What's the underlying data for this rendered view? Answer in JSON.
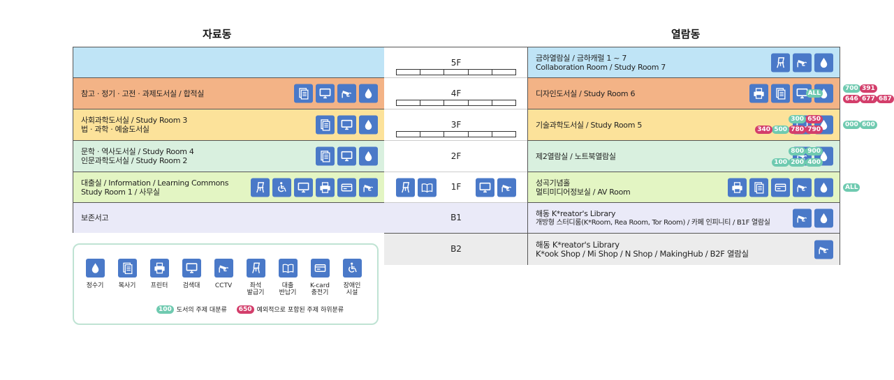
{
  "headers": {
    "left": "자료동",
    "right": "열람동"
  },
  "left_rows": [
    {
      "lines": [
        ""
      ],
      "color": "#bfe4f6",
      "icons": []
    },
    {
      "lines": [
        "참고 · 정기 · 고전 · 과제도서실 / 합적실"
      ],
      "color": "#f3b386",
      "icons": [
        "copier-icon",
        "computer-icon",
        "cctv-icon",
        "water-icon"
      ]
    },
    {
      "lines": [
        "사회과학도서실 / Study Room 3",
        "법 · 과학 · 예술도서실"
      ],
      "color": "#fce29a",
      "icons": [
        "copier-icon",
        "computer-icon",
        "water-icon"
      ]
    },
    {
      "lines": [
        "문학 · 역사도서실 / Study Room 4",
        "인문과학도서실 / Study Room 2"
      ],
      "color": "#d9f0df",
      "icons": [
        "copier-icon",
        "computer-icon",
        "water-icon"
      ]
    },
    {
      "lines": [
        "대출실 / Information / Learning Commons",
        "Study Room 1 / 사무실"
      ],
      "color": "#e3f5c3",
      "icons": [
        "seat-icon",
        "accessible-icon",
        "computer-icon",
        "printer-icon",
        "card-icon",
        "cctv-icon"
      ]
    },
    {
      "lines": [
        "보존서고"
      ],
      "color": "#eaeaf8",
      "icons": []
    }
  ],
  "floors": [
    {
      "label": "5F",
      "bar": true,
      "color": "#fff"
    },
    {
      "label": "4F",
      "bar": true,
      "color": "#fff"
    },
    {
      "label": "3F",
      "bar": true,
      "color": "#fff"
    },
    {
      "label": "2F",
      "bar": false,
      "color": "#fff"
    },
    {
      "label": "1F",
      "bar": false,
      "color": "#fff",
      "icons_left": [
        "seat-icon",
        "book-icon"
      ],
      "icons_right": [
        "computer-icon",
        "cctv-icon"
      ]
    },
    {
      "label": "B1",
      "bar": false,
      "color": "#eaeaf8"
    },
    {
      "label": "B2",
      "bar": false,
      "color": "#ececec"
    }
  ],
  "right_rows": [
    {
      "lines": [
        "금하열람실 / 금하캐럴 1 ~ 7",
        "Collaboration Room / Study Room 7"
      ],
      "color": "#bfe4f6",
      "icons": [
        "seat-icon",
        "cctv-icon",
        "water-icon"
      ]
    },
    {
      "lines": [
        "디자인도서실 / Study Room 6"
      ],
      "color": "#f3b386",
      "icons": [
        "printer-icon",
        "copier-icon",
        "computer-icon",
        "water-icon"
      ]
    },
    {
      "lines": [
        "기술과학도서실 / Study Room 5"
      ],
      "color": "#fce29a",
      "icons": [
        "computer-icon",
        "water-icon"
      ]
    },
    {
      "lines": [
        "제2열람실 / 노트북열람실"
      ],
      "color": "#d9f0df",
      "icons": [
        "cctv-icon",
        "water-icon"
      ]
    },
    {
      "lines": [
        "성곡기념홀",
        "멀티미디어정보실 / AV Room"
      ],
      "color": "#e3f5c3",
      "icons": [
        "printer-icon",
        "copier-icon",
        "card-icon",
        "cctv-icon",
        "water-icon"
      ]
    },
    {
      "lines": [
        "해동 K*reator's Library",
        "개방형 스터디룸(K*Room, Rea Room, Tor Room) / 카페 인피니티 / B1F 열람실"
      ],
      "color": "#eaeaf8",
      "icons": [
        "cctv-icon",
        "water-icon"
      ]
    },
    {
      "lines": [
        "해동 K*reator's Library",
        "K*ook Shop / Mi Shop / N Shop / MakingHub / B2F 열람실"
      ],
      "color": "#ececec",
      "icons": [
        "cctv-icon"
      ]
    }
  ],
  "badges_left": [
    {
      "rows": [
        [
          "ALL:t"
        ]
      ]
    },
    {
      "rows": [
        [
          "300:t",
          "650:p"
        ],
        [
          "340:p",
          "500:t",
          "780:p",
          "790:p"
        ]
      ]
    },
    {
      "rows": [
        [
          "800:t",
          "900:t"
        ],
        [
          "100:t",
          "200:t",
          "400:t"
        ]
      ]
    }
  ],
  "badges_right": [
    {
      "rows": [
        [
          "700:t",
          "391:p"
        ],
        [
          "646:p",
          "677:p",
          "687:p"
        ]
      ]
    },
    {
      "rows": [
        [
          "000:t",
          "600:t"
        ]
      ]
    },
    {
      "rows": [
        [
          "ALL:t"
        ]
      ]
    }
  ],
  "legend": {
    "items": [
      {
        "icon": "water-icon",
        "label": "정수기"
      },
      {
        "icon": "copier-icon",
        "label": "복사기"
      },
      {
        "icon": "printer-icon",
        "label": "프린터"
      },
      {
        "icon": "computer-icon",
        "label": "검색대"
      },
      {
        "icon": "cctv-icon",
        "label": "CCTV"
      },
      {
        "icon": "seat-icon",
        "label": "좌석\n발급기"
      },
      {
        "icon": "book-icon",
        "label": "대출\n반납기"
      },
      {
        "icon": "card-icon",
        "label": "K-card\n충전기"
      },
      {
        "icon": "accessible-icon",
        "label": "장애인\n시설"
      }
    ],
    "note1_badge": "100",
    "note1_text": "도서의 주제 대분류",
    "note2_badge": "650",
    "note2_text": "예외적으로 포함된 주제 하위분류"
  },
  "colors": {
    "icon_bg": "#4a79c8",
    "badge_teal": "#6fcab0",
    "badge_pink": "#d33e6b",
    "legend_border": "#bfe3d3"
  }
}
